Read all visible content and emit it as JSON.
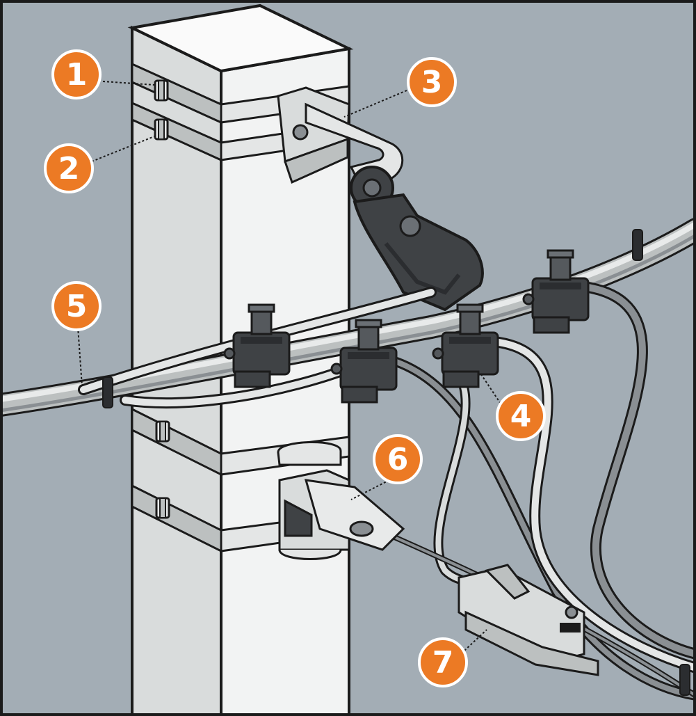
{
  "diagram": {
    "subject": "overhead-line-fittings-on-pole",
    "colors": {
      "background": "#a3adb5",
      "pole_light": "#f2f3f3",
      "pole_shade": "#d9dcdc",
      "band": "#bcc0c0",
      "clamp_dark": "#3f4245",
      "callout_fill": "#ec7a24",
      "outline": "#1b1b1b"
    },
    "callouts": [
      {
        "id": "1",
        "label": "1",
        "component": "upper-strap-band"
      },
      {
        "id": "2",
        "label": "2",
        "component": "strap-buckle"
      },
      {
        "id": "3",
        "label": "3",
        "component": "suspension-clamp-bracket"
      },
      {
        "id": "4",
        "label": "4",
        "component": "piercing-connector"
      },
      {
        "id": "5",
        "label": "5",
        "component": "bundled-cable"
      },
      {
        "id": "6",
        "label": "6",
        "component": "anchoring-bracket"
      },
      {
        "id": "7",
        "label": "7",
        "component": "fuse-box"
      }
    ]
  }
}
